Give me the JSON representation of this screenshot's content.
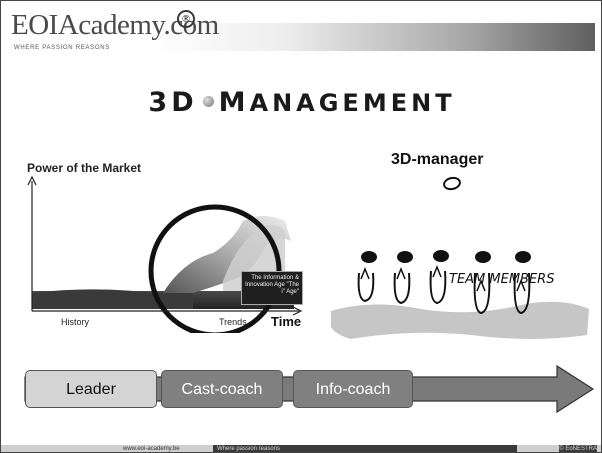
{
  "header": {
    "brand": "EOIAcademy.com",
    "tagline": "WHERE PASSION REASONS",
    "logo_icon": "registered-mark-icon"
  },
  "title": {
    "part1": "3D",
    "part2": "M",
    "part3": "ANAGEMENT"
  },
  "chart": {
    "title": "Power of the Market",
    "x_left_label": "History",
    "x_right_label": "Trends",
    "x_axis_label": "Time",
    "info_box": "The Information & Innovation Age \"The i\" Age\""
  },
  "right": {
    "manager_label": "3D-manager",
    "team_label": "TEAM MEMBERS"
  },
  "stages": {
    "leader": "Leader",
    "cast_coach": "Cast-coach",
    "info_coach": "Info-coach"
  },
  "footer": {
    "url": "www.eoi-academy.be",
    "middle": "Where passion reasons",
    "copyright": "© EoNESTRA"
  },
  "colors": {
    "arrow": "#7a7a7a",
    "leader_box": "#d4d4d4",
    "coach_box": "#808080"
  }
}
